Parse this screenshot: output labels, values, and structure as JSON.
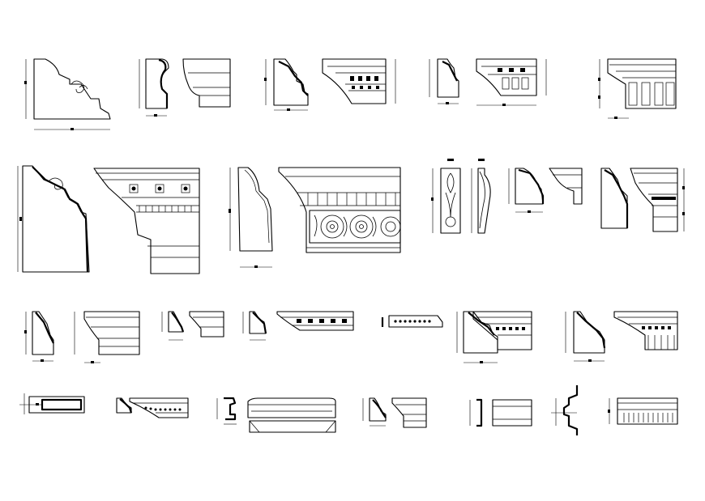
{
  "sheet": {
    "background": "#ffffff",
    "line_color": "#000000",
    "rows": [
      {
        "row": 1,
        "drawings": [
          "crown-profile-large",
          "cove-profile",
          "cove-elevation",
          "dentil-profile",
          "dentil-elevation",
          "modillion-profile",
          "modillion-elevation",
          "corinthian-elevation"
        ]
      },
      {
        "row": 2,
        "drawings": [
          "bracket-crown-profile",
          "entablature-elevation",
          "ogee-profile",
          "frieze-elevation",
          "corbel-pair",
          "cove-small-profile",
          "cove-small-elevation",
          "stepped-profile",
          "capital-elevation"
        ]
      },
      {
        "row": 3,
        "drawings": [
          "step-profile-a",
          "step-elevation-a",
          "small-profile-b",
          "small-elevation-b",
          "small-profile-c",
          "dentil-strip",
          "bead-strip",
          "dentil-profile-d",
          "dentil-elevation-d",
          "dentil-profile-e",
          "dentil-elevation-e"
        ]
      },
      {
        "row": 4,
        "drawings": [
          "section-slot",
          "crown-profile-f",
          "crown-elevation-f",
          "fillet-profile",
          "plinth-elevation",
          "cove-profile-g",
          "cove-elevation-g",
          "rail-profile",
          "rail-elevation",
          "cap-section",
          "fluted-elevation"
        ]
      }
    ]
  }
}
